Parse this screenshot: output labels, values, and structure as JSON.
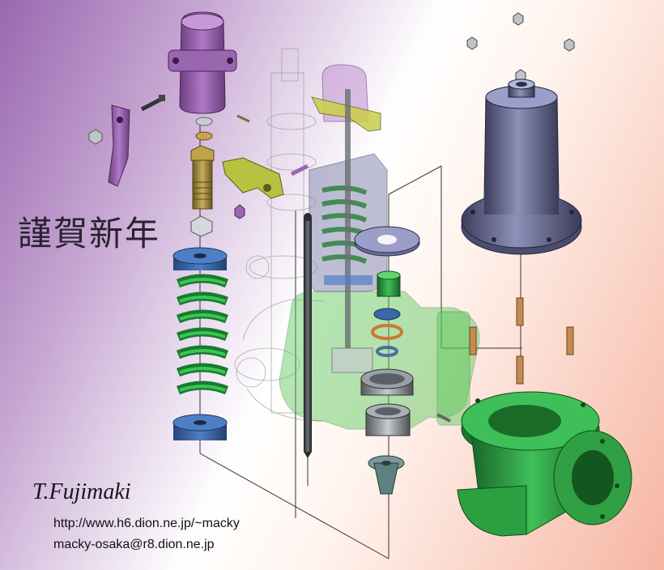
{
  "greeting": "謹賀新年",
  "author": "T.Fujimaki",
  "url": "http://www.h6.dion.ne.jp/~macky",
  "email": "macky-osaka@r8.dion.ne.jp",
  "colors": {
    "bonnet": "#8a5a9c",
    "cap": "#b07ac8",
    "spring": "#2f9a46",
    "spring_seat": "#3b66a8",
    "yoke": "#a6b23a",
    "housing": "#5a5c80",
    "body": "#2e9a3a",
    "stem": "#3b3e44",
    "brass": "#b68a4a"
  }
}
